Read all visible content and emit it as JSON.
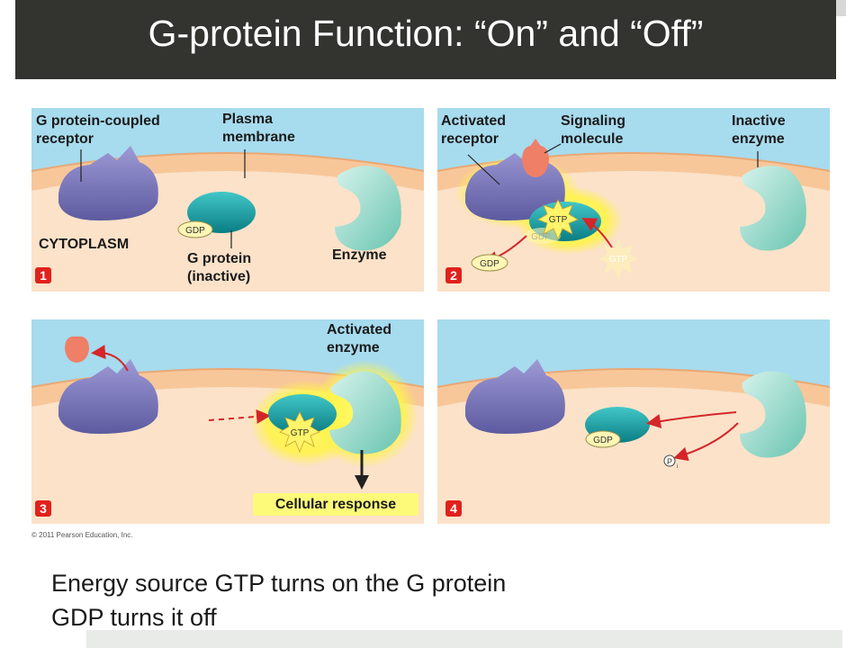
{
  "title": "G-protein Function: “On” and “Off”",
  "panel1": {
    "number": "1",
    "receptor_label": "G protein-coupled\nreceptor",
    "membrane_label": "Plasma\nmembrane",
    "cytoplasm_label": "CYTOPLASM",
    "gprotein_label": "G protein\n(inactive)",
    "enzyme_label": "Enzyme",
    "gdp": "GDP"
  },
  "panel2": {
    "number": "2",
    "receptor_label": "Activated\nreceptor",
    "signal_label": "Signaling\nmolecule",
    "enzyme_label": "Inactive\nenzyme",
    "gtp": "GTP",
    "gdp": "GDP",
    "gdp_faded": "GDP",
    "gtp_faded": "GTP"
  },
  "panel3": {
    "number": "3",
    "enzyme_label": "Activated\nenzyme",
    "gtp": "GTP",
    "response": "Cellular response"
  },
  "panel4": {
    "number": "4",
    "gdp": "GDP",
    "pi": "P"
  },
  "copyright": "© 2011 Pearson Education, Inc.",
  "caption": {
    "line1": "Energy source GTP turns on the G protein",
    "line2": "GDP turns it off"
  }
}
